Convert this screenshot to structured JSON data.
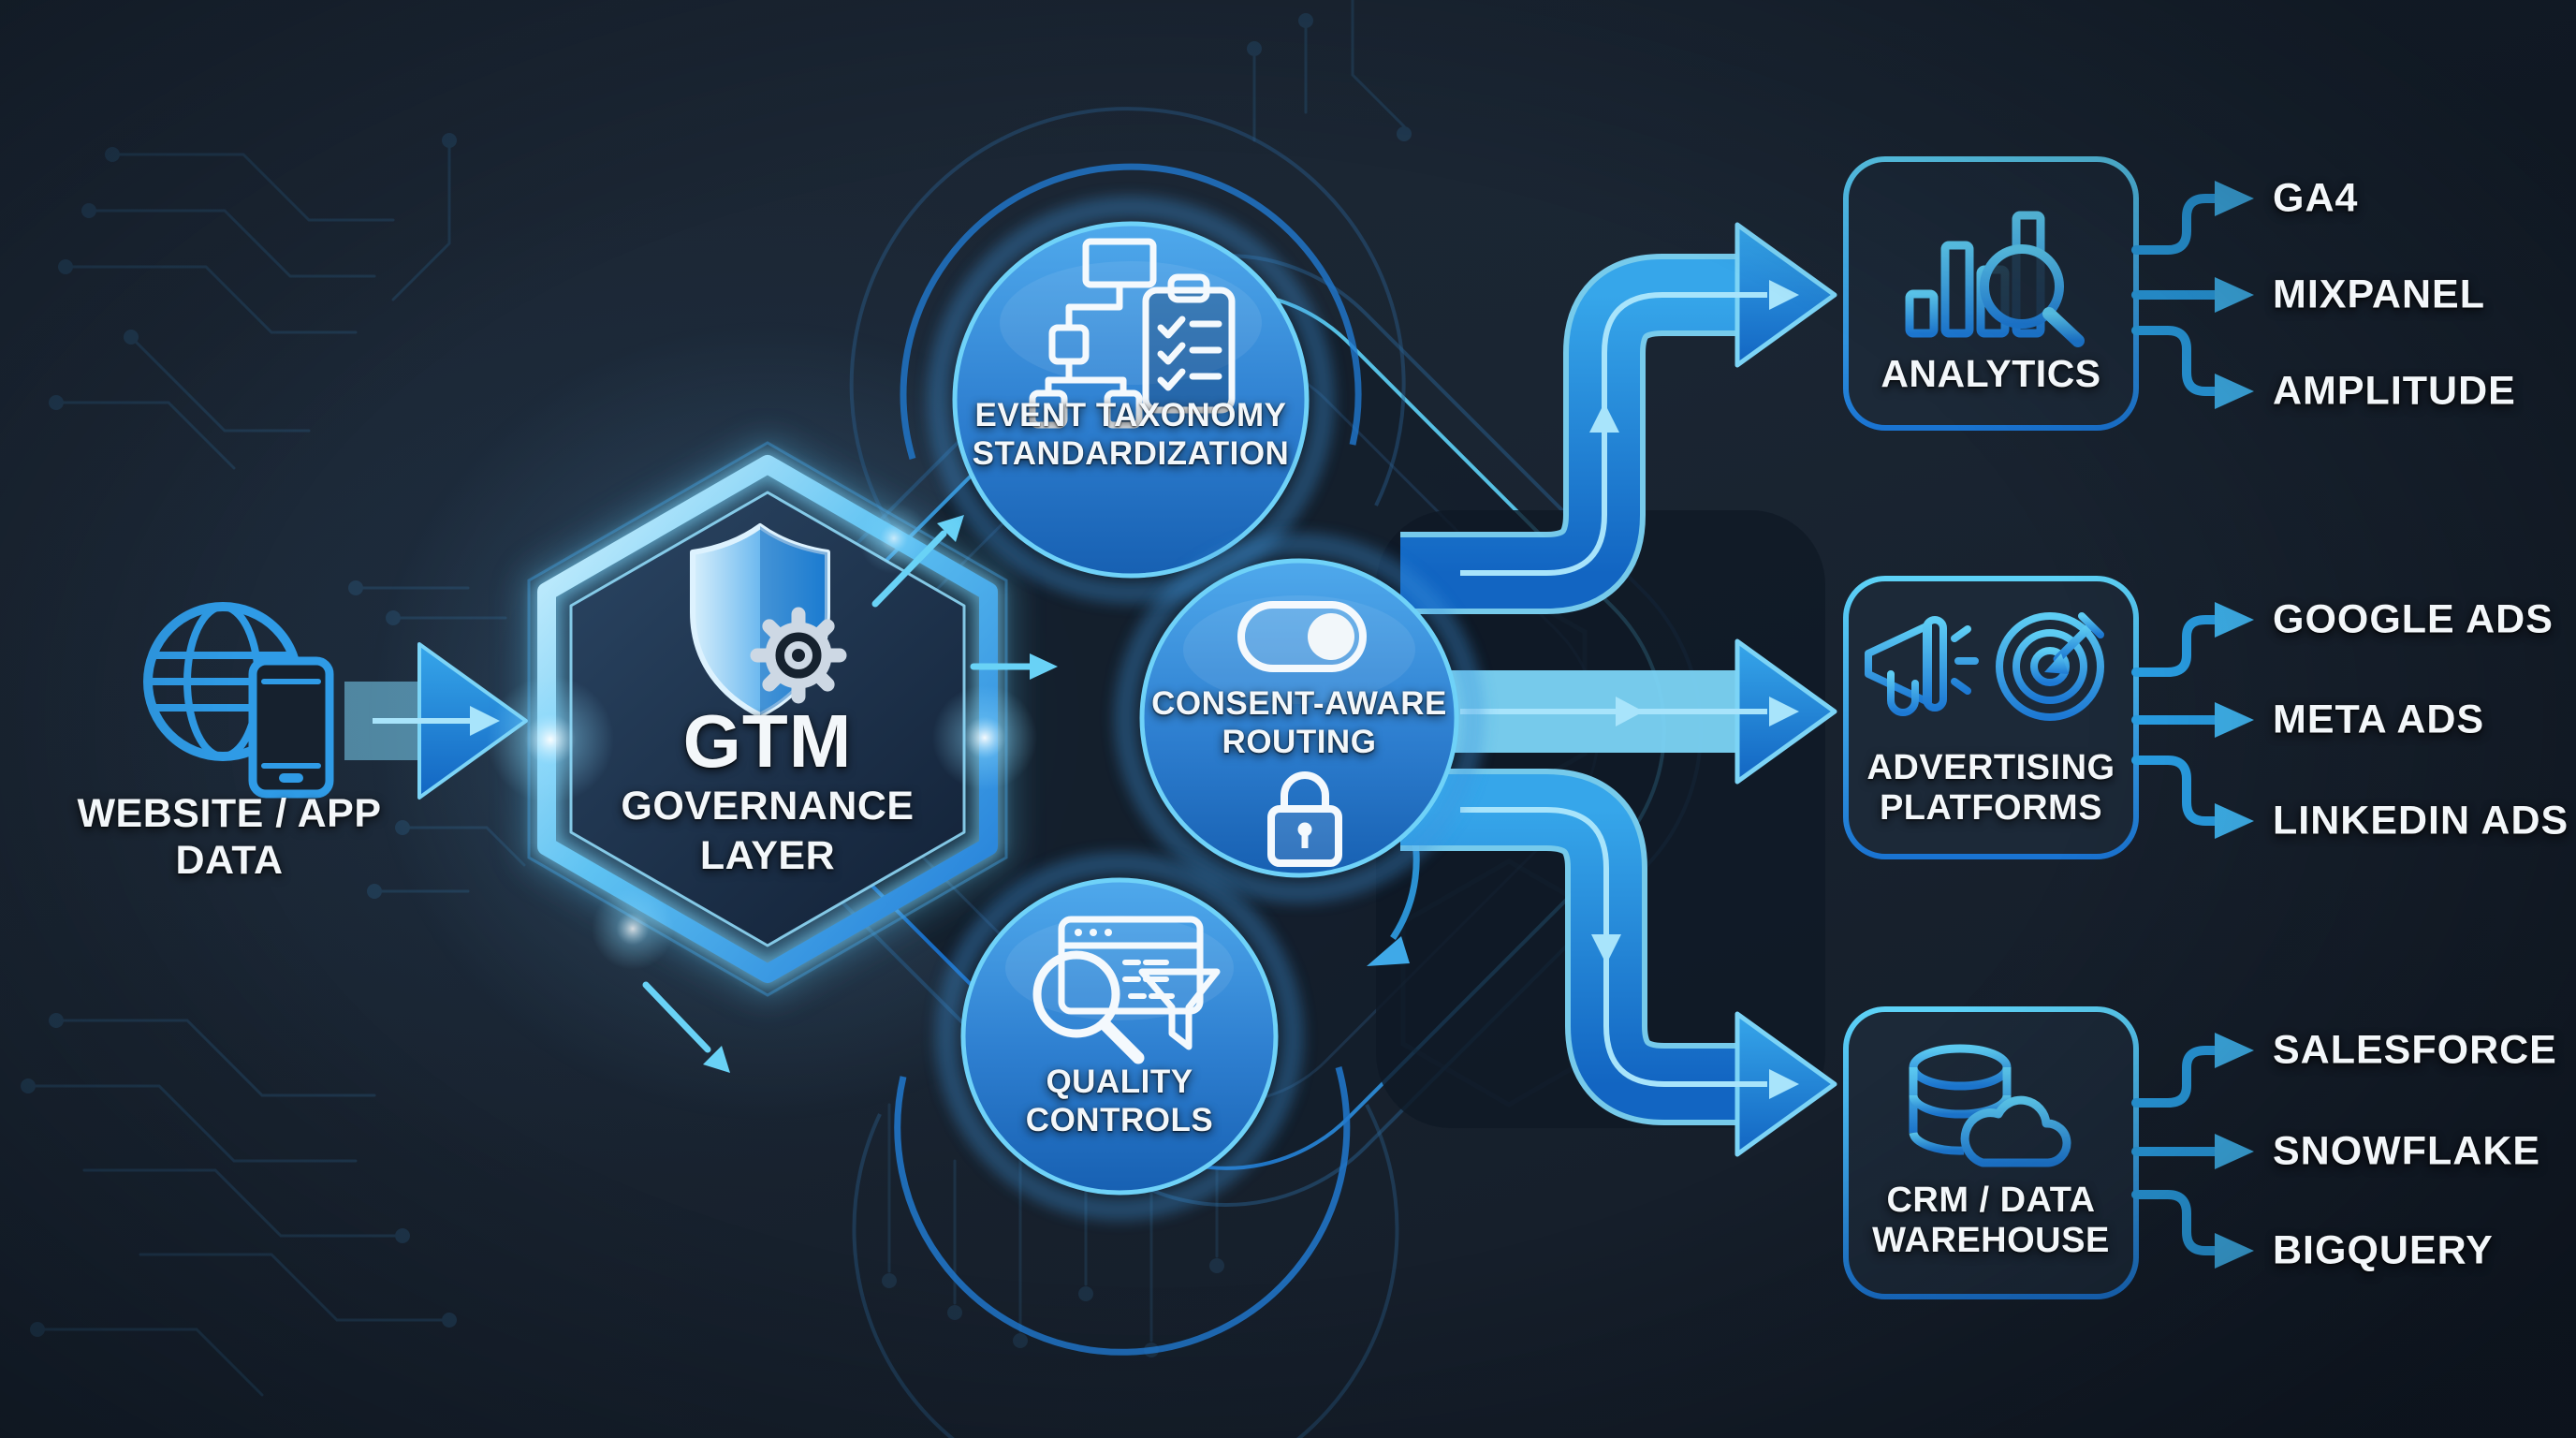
{
  "source": {
    "line1": "WEBSITE / APP",
    "line2": "DATA"
  },
  "hub": {
    "title": "GTM",
    "sub1": "GOVERNANCE",
    "sub2": "LAYER"
  },
  "modules": {
    "taxonomy": {
      "line1": "EVENT TAXONOMY",
      "line2": "STANDARDIZATION"
    },
    "consent": {
      "line1": "CONSENT-AWARE",
      "line2": "ROUTING"
    },
    "quality": {
      "line1": "QUALITY",
      "line2": "CONTROLS"
    }
  },
  "destinations": {
    "analytics": {
      "title": "ANALYTICS",
      "targets": [
        "GA4",
        "MIXPANEL",
        "AMPLITUDE"
      ]
    },
    "advertising": {
      "title1": "ADVERTISING",
      "title2": "PLATFORMS",
      "targets": [
        "GOOGLE ADS",
        "META ADS",
        "LINKEDIN ADS"
      ]
    },
    "crm": {
      "title1": "CRM / DATA",
      "title2": "WAREHOUSE",
      "targets": [
        "SALESFORCE",
        "SNOWFLAKE",
        "BIGQUERY"
      ]
    }
  },
  "icons": {
    "source": "globe-phone-icon",
    "hub": "shield-gear-icon",
    "taxonomy": "org-chart-clipboard-icon",
    "consent": "toggle-lock-icon",
    "quality": "browser-magnifier-funnel-icon",
    "analytics": "bar-chart-magnifier-icon",
    "advertising": "megaphone-target-icon",
    "crm": "database-cloud-icon"
  },
  "colors": {
    "background": "#1a2532",
    "accent_cyan": "#5fc8f2",
    "accent_blue": "#1a74d2",
    "arrow_light": "#7cd4f6",
    "arrow_dark": "#1265c2",
    "circle_top": "#4fa9ec",
    "circle_bottom": "#1760b2",
    "panel_fill": "#1c2938",
    "text": "#f3f7fa"
  }
}
